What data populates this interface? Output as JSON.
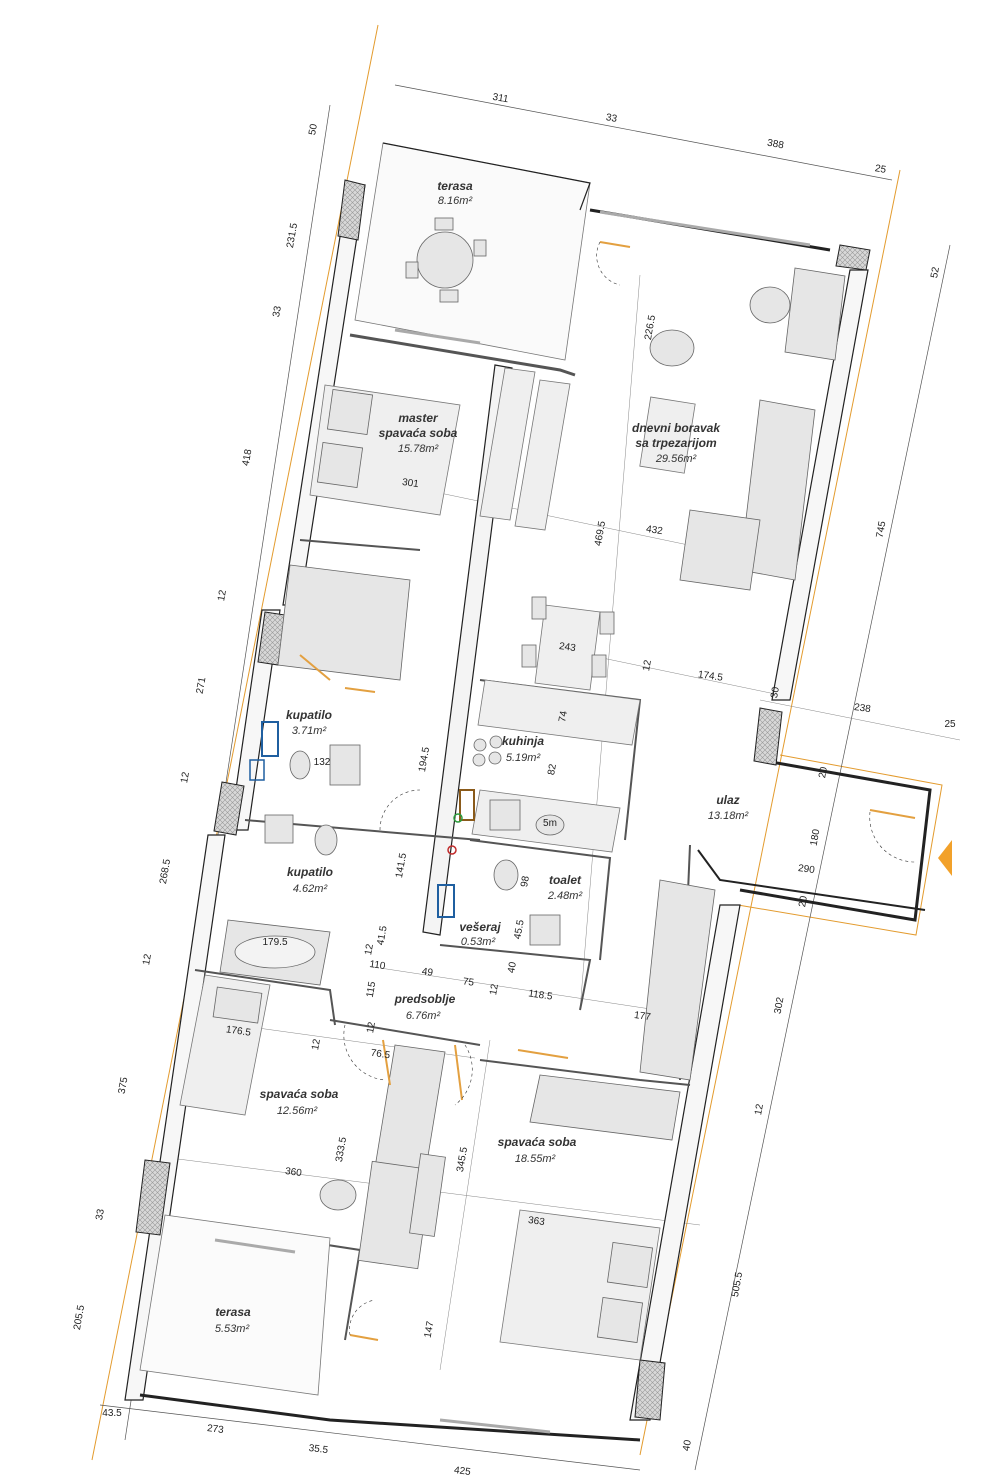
{
  "rooms": [
    {
      "name": "terasa",
      "area": "8.16m²"
    },
    {
      "name": "master",
      "name2": "spavaća soba",
      "area": "15.78m²"
    },
    {
      "name": "dnevni boravak",
      "name2": "sa trpezarijom",
      "area": "29.56m²"
    },
    {
      "name": "kupatilo",
      "area": "3.71m²"
    },
    {
      "name": "kuhinja",
      "area": "5.19m²"
    },
    {
      "name": "ulaz",
      "area": "13.18m²"
    },
    {
      "name": "kupatilo",
      "area": "4.62m²"
    },
    {
      "name": "toalet",
      "area": "2.48m²"
    },
    {
      "name": "vešeraj",
      "area": "0.53m²"
    },
    {
      "name": "predsoblje",
      "area": "6.76m²"
    },
    {
      "name": "spavaća soba",
      "area": "12.56m²"
    },
    {
      "name": "spavaća soba",
      "area": "18.55m²"
    },
    {
      "name": "terasa",
      "area": "5.53m²"
    }
  ],
  "dimensions": {
    "top": [
      "311",
      "33",
      "388",
      "25"
    ],
    "left": [
      "50",
      "231.5",
      "33",
      "418",
      "12",
      "271",
      "12",
      "268.5",
      "12",
      "375",
      "33",
      "205.5",
      "43.5"
    ],
    "right": [
      "52",
      "745",
      "25",
      "20",
      "180",
      "20",
      "302",
      "12",
      "505.5",
      "40"
    ],
    "bottom": [
      "273",
      "35.5",
      "425"
    ],
    "interior": [
      "301",
      "432",
      "226.5",
      "469.5",
      "243",
      "12",
      "174.5",
      "30",
      "238",
      "74",
      "82",
      "194.5",
      "132",
      "141.5",
      "98",
      "179.5",
      "110",
      "49",
      "75",
      "12",
      "118.5",
      "177",
      "115",
      "12",
      "176.5",
      "12",
      "76.5",
      "333.5",
      "345.5",
      "360",
      "363",
      "147",
      "41.5",
      "45.5",
      "40",
      "12",
      "290",
      "5m"
    ]
  }
}
